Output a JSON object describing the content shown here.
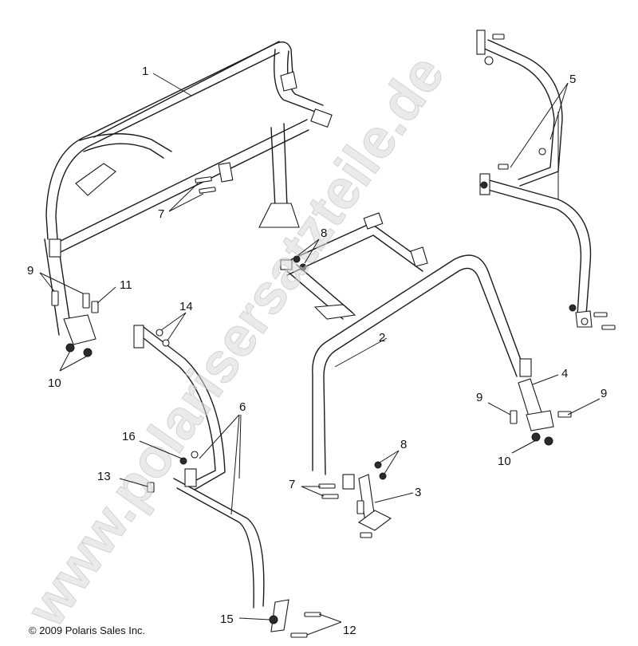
{
  "watermark": "www.polarisersatzteile.de",
  "copyright": "© 2009 Polaris Sales Inc.",
  "callouts": {
    "c1": "1",
    "c2": "2",
    "c3": "3",
    "c4": "4",
    "c5": "5",
    "c6": "6",
    "c7a": "7",
    "c7b": "7",
    "c8a": "8",
    "c8b": "8",
    "c9a": "9",
    "c9b": "9",
    "c9c": "9",
    "c10a": "10",
    "c10b": "10",
    "c11": "11",
    "c12": "12",
    "c13": "13",
    "c14": "14",
    "c15": "15",
    "c16": "16"
  }
}
